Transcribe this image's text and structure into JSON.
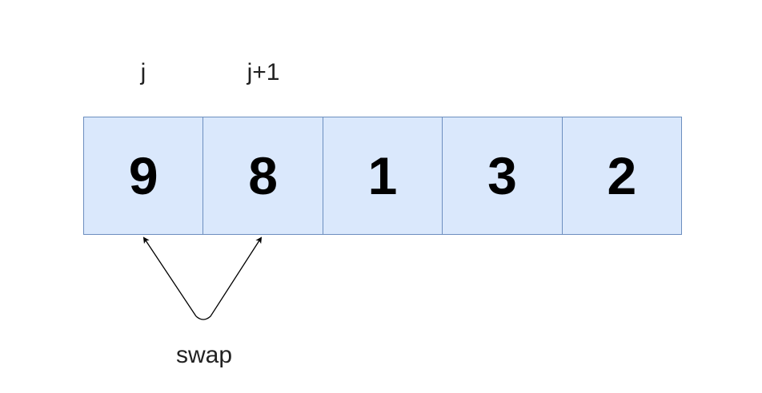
{
  "labels": {
    "j": "j",
    "j_plus_1": "j+1",
    "swap": "swap"
  },
  "array": {
    "values": [
      "9",
      "8",
      "1",
      "3",
      "2"
    ]
  },
  "colors": {
    "cell_fill": "#dae8fc",
    "cell_border": "#6c8ebf"
  }
}
